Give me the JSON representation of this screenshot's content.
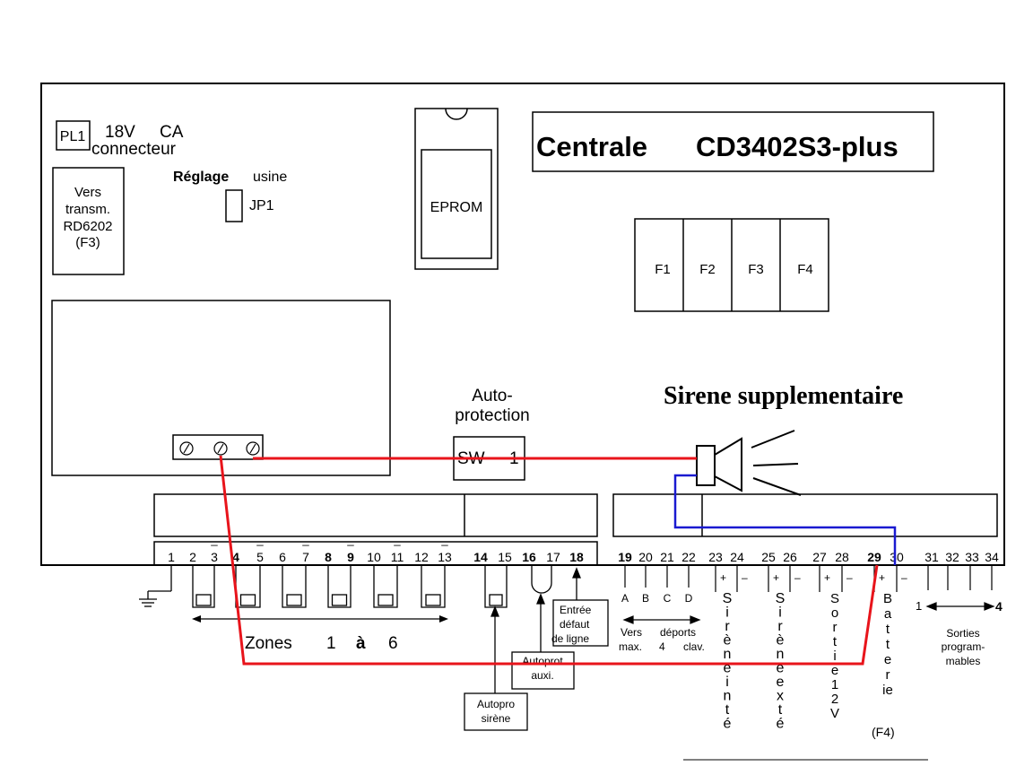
{
  "pl1": {
    "badge": "PL1",
    "voltage": "18V",
    "ac": "CA",
    "connector": "connecteur"
  },
  "rd6202": {
    "line1": "Vers",
    "line2": "transm.",
    "line3": "RD6202",
    "line4": "(F3)"
  },
  "factory_setting": {
    "label": "Réglage",
    "label2": "usine",
    "jumper": "JP1"
  },
  "eprom": "EPROM",
  "title": {
    "word1": "Centrale",
    "word2": "CD3402S3-plus"
  },
  "fuses": [
    "F1",
    "F2",
    "F3",
    "F4"
  ],
  "autoprotection": {
    "line1": "Auto-",
    "line2": "protection",
    "switch_label": "SW",
    "switch_num": "1"
  },
  "siren_title": "Sirene supplementaire",
  "terminals": [
    "1",
    "2",
    "3",
    "4",
    "5",
    "6",
    "7",
    "8",
    "9",
    "10",
    "11",
    "12",
    "13",
    "14",
    "15",
    "16",
    "17",
    "18",
    "19",
    "20",
    "21",
    "22",
    "23",
    "24",
    "25",
    "26",
    "27",
    "28",
    "29",
    "30",
    "31",
    "32",
    "33",
    "34"
  ],
  "bar_marks": [
    "_",
    "_",
    "_",
    "_",
    "_",
    "_"
  ],
  "zones": {
    "label": "Zones",
    "from": "1",
    "to_word": "à",
    "to": "6"
  },
  "entry_fault": {
    "line1": "Entrée",
    "line2": "défaut",
    "line3": "de ligne"
  },
  "aux_tamper": {
    "line1": "Autoprot",
    "line2": "auxi."
  },
  "siren_tamper": {
    "line1": "Autopro",
    "line2": "sirène"
  },
  "keypad": {
    "letters": [
      "A",
      "B",
      "C",
      "D"
    ],
    "line1a": "Vers",
    "line1b": "déports",
    "line2a": "max.",
    "line2b": "4",
    "line2c": "clav."
  },
  "polarity": {
    "plus": "+",
    "minus": "–"
  },
  "siren_int_letters": [
    "S",
    "i",
    "r",
    "è",
    "n",
    "e",
    "i",
    "n",
    "t",
    "é"
  ],
  "siren_ext_letters": [
    "S",
    "i",
    "r",
    "è",
    "n",
    "e",
    "e",
    "x",
    "t",
    "é"
  ],
  "output_12v_letters": [
    "S",
    "o",
    "r",
    "t",
    "i",
    "e",
    "1",
    "2",
    "V"
  ],
  "battery_letters": [
    "B",
    "a",
    "t",
    "t",
    "e",
    "r",
    "ie"
  ],
  "battery_fuse": "(F4)",
  "prog_outputs": {
    "from": "1",
    "to": "4",
    "line1": "Sorties",
    "line2": "program-",
    "line3": "mables"
  },
  "colors": {
    "red_wire": "#e8141b",
    "blue_wire": "#1a1ad0",
    "line": "#000000"
  }
}
